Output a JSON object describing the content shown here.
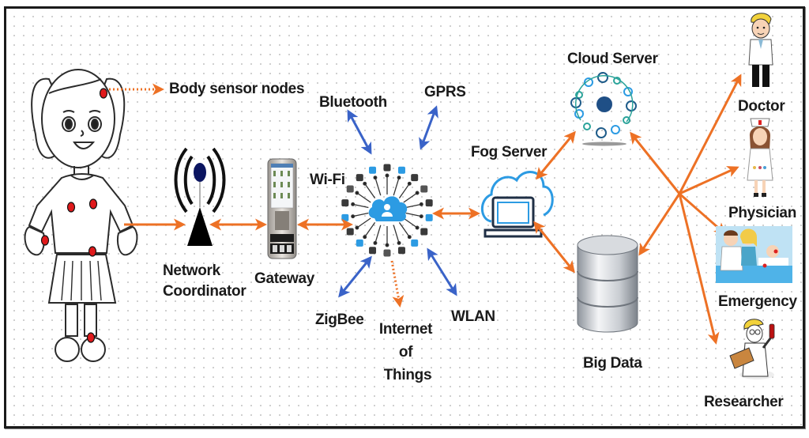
{
  "title": "Body sensor network to cloud healthcare architecture",
  "colors": {
    "orange_arrow": "#ED7125",
    "blue_arrow": "#3A63C8",
    "sensor_red": "#E0191B",
    "antenna_blue": "#0B1560",
    "cloud_blue": "#2C9BE3",
    "text": "#1a1a1a"
  },
  "labels": {
    "body_sensor_nodes": "Body sensor nodes",
    "network_coordinator": [
      "Network",
      "Coordinator"
    ],
    "gateway": "Gateway",
    "wifi": "Wi-Fi",
    "bluetooth": "Bluetooth",
    "gprs": "GPRS",
    "zigbee": "ZigBee",
    "wlan": "WLAN",
    "iot": [
      "Internet",
      "of",
      "Things"
    ],
    "fog_server": "Fog Server",
    "cloud_server": "Cloud Server",
    "big_data": "Big Data",
    "doctor": "Doctor",
    "physician": "Physician",
    "emergency": "Emergency",
    "researcher": "Researcher"
  },
  "nodes": [
    {
      "id": "patient",
      "icon": "patient-girl-icon"
    },
    {
      "id": "network-coordinator",
      "icon": "antenna-icon"
    },
    {
      "id": "gateway",
      "icon": "smartphone-icon"
    },
    {
      "id": "iot-hub",
      "icon": "iot-cloud-hub-icon"
    },
    {
      "id": "fog-server",
      "icon": "cloud-laptop-icon"
    },
    {
      "id": "cloud-server",
      "icon": "cloud-network-icon"
    },
    {
      "id": "big-data",
      "icon": "database-icon"
    },
    {
      "id": "doctor",
      "icon": "doctor-icon"
    },
    {
      "id": "physician",
      "icon": "nurse-icon"
    },
    {
      "id": "emergency",
      "icon": "hospital-bed-icon"
    },
    {
      "id": "researcher",
      "icon": "scientist-icon"
    }
  ],
  "connections": [
    {
      "from": "body-sensor",
      "to": "body-sensor-nodes-label",
      "style": "dotted",
      "color": "orange"
    },
    {
      "from": "patient",
      "to": "network-coordinator",
      "style": "one-way",
      "color": "orange"
    },
    {
      "from": "network-coordinator",
      "to": "gateway",
      "style": "two-way",
      "color": "orange"
    },
    {
      "from": "gateway",
      "to": "iot-hub",
      "style": "two-way",
      "color": "orange"
    },
    {
      "from": "iot-hub",
      "to": "fog-server",
      "style": "two-way",
      "color": "orange"
    },
    {
      "from": "iot-hub",
      "to": "bluetooth",
      "style": "two-way",
      "color": "blue"
    },
    {
      "from": "iot-hub",
      "to": "gprs",
      "style": "two-way",
      "color": "blue"
    },
    {
      "from": "iot-hub",
      "to": "zigbee",
      "style": "two-way",
      "color": "blue"
    },
    {
      "from": "iot-hub",
      "to": "wlan",
      "style": "two-way",
      "color": "blue"
    },
    {
      "from": "iot-hub",
      "to": "iot-label",
      "style": "dotted",
      "color": "orange"
    },
    {
      "from": "fog-server",
      "to": "cloud-server",
      "style": "two-way",
      "color": "orange"
    },
    {
      "from": "fog-server",
      "to": "big-data",
      "style": "two-way",
      "color": "orange"
    },
    {
      "from": "hub-point",
      "to": "cloud-server",
      "style": "one-way",
      "color": "orange"
    },
    {
      "from": "hub-point",
      "to": "big-data",
      "style": "one-way",
      "color": "orange"
    },
    {
      "from": "hub-point",
      "to": "doctor",
      "style": "one-way",
      "color": "orange"
    },
    {
      "from": "hub-point",
      "to": "physician",
      "style": "one-way",
      "color": "orange"
    },
    {
      "from": "hub-point",
      "to": "emergency",
      "style": "one-way",
      "color": "orange"
    },
    {
      "from": "hub-point",
      "to": "researcher",
      "style": "one-way",
      "color": "orange"
    }
  ]
}
